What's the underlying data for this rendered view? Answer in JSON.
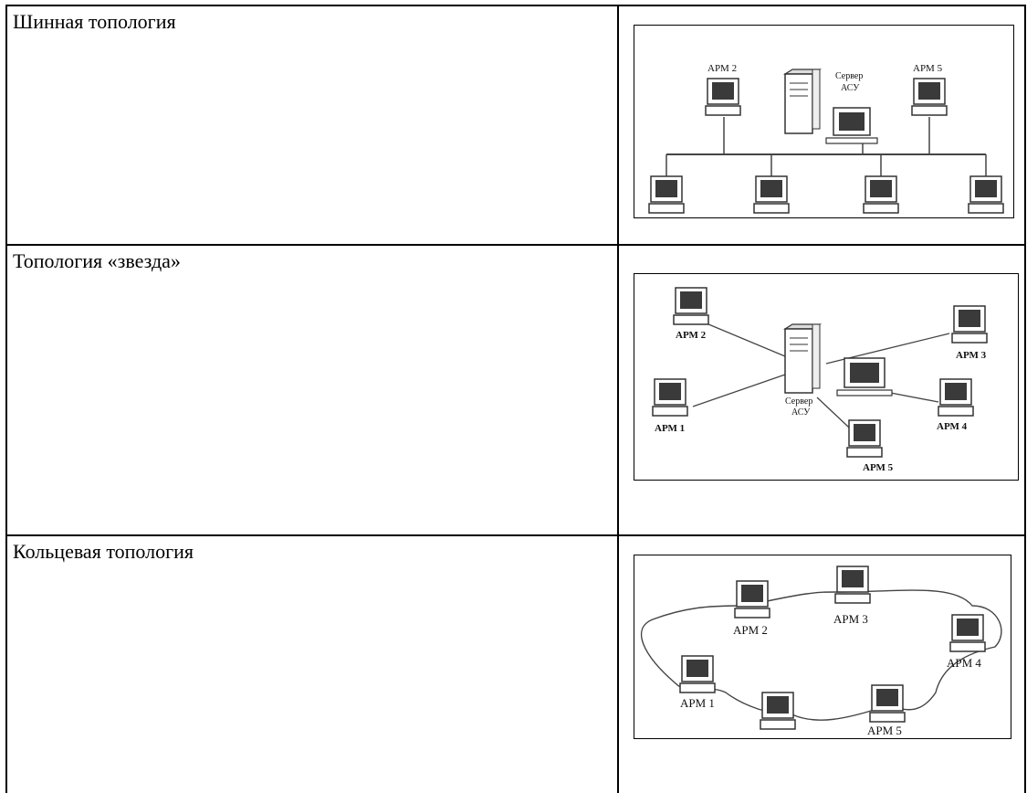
{
  "rows": [
    {
      "label": "Шинная топология",
      "diagram": {
        "type": "bus",
        "node_labels": [
          "АРМ 2",
          "Сервер",
          "АСУ",
          "АРМ 5"
        ]
      }
    },
    {
      "label": "Топология «звезда»",
      "diagram": {
        "type": "star",
        "node_labels": [
          "АРМ 2",
          "АРМ 1",
          "Сервер",
          "АСУ",
          "АРМ 3",
          "АРМ 4",
          "АРМ 5"
        ]
      }
    },
    {
      "label": "Кольцевая топология",
      "diagram": {
        "type": "ring",
        "node_labels": [
          "АРМ 2",
          "АРМ 3",
          "АРМ 4",
          "АРМ 1",
          "АРМ 5"
        ]
      }
    }
  ],
  "colors": {
    "border": "#000000",
    "line": "#444444",
    "device": "#555555",
    "screen": "#3a3a3a"
  }
}
